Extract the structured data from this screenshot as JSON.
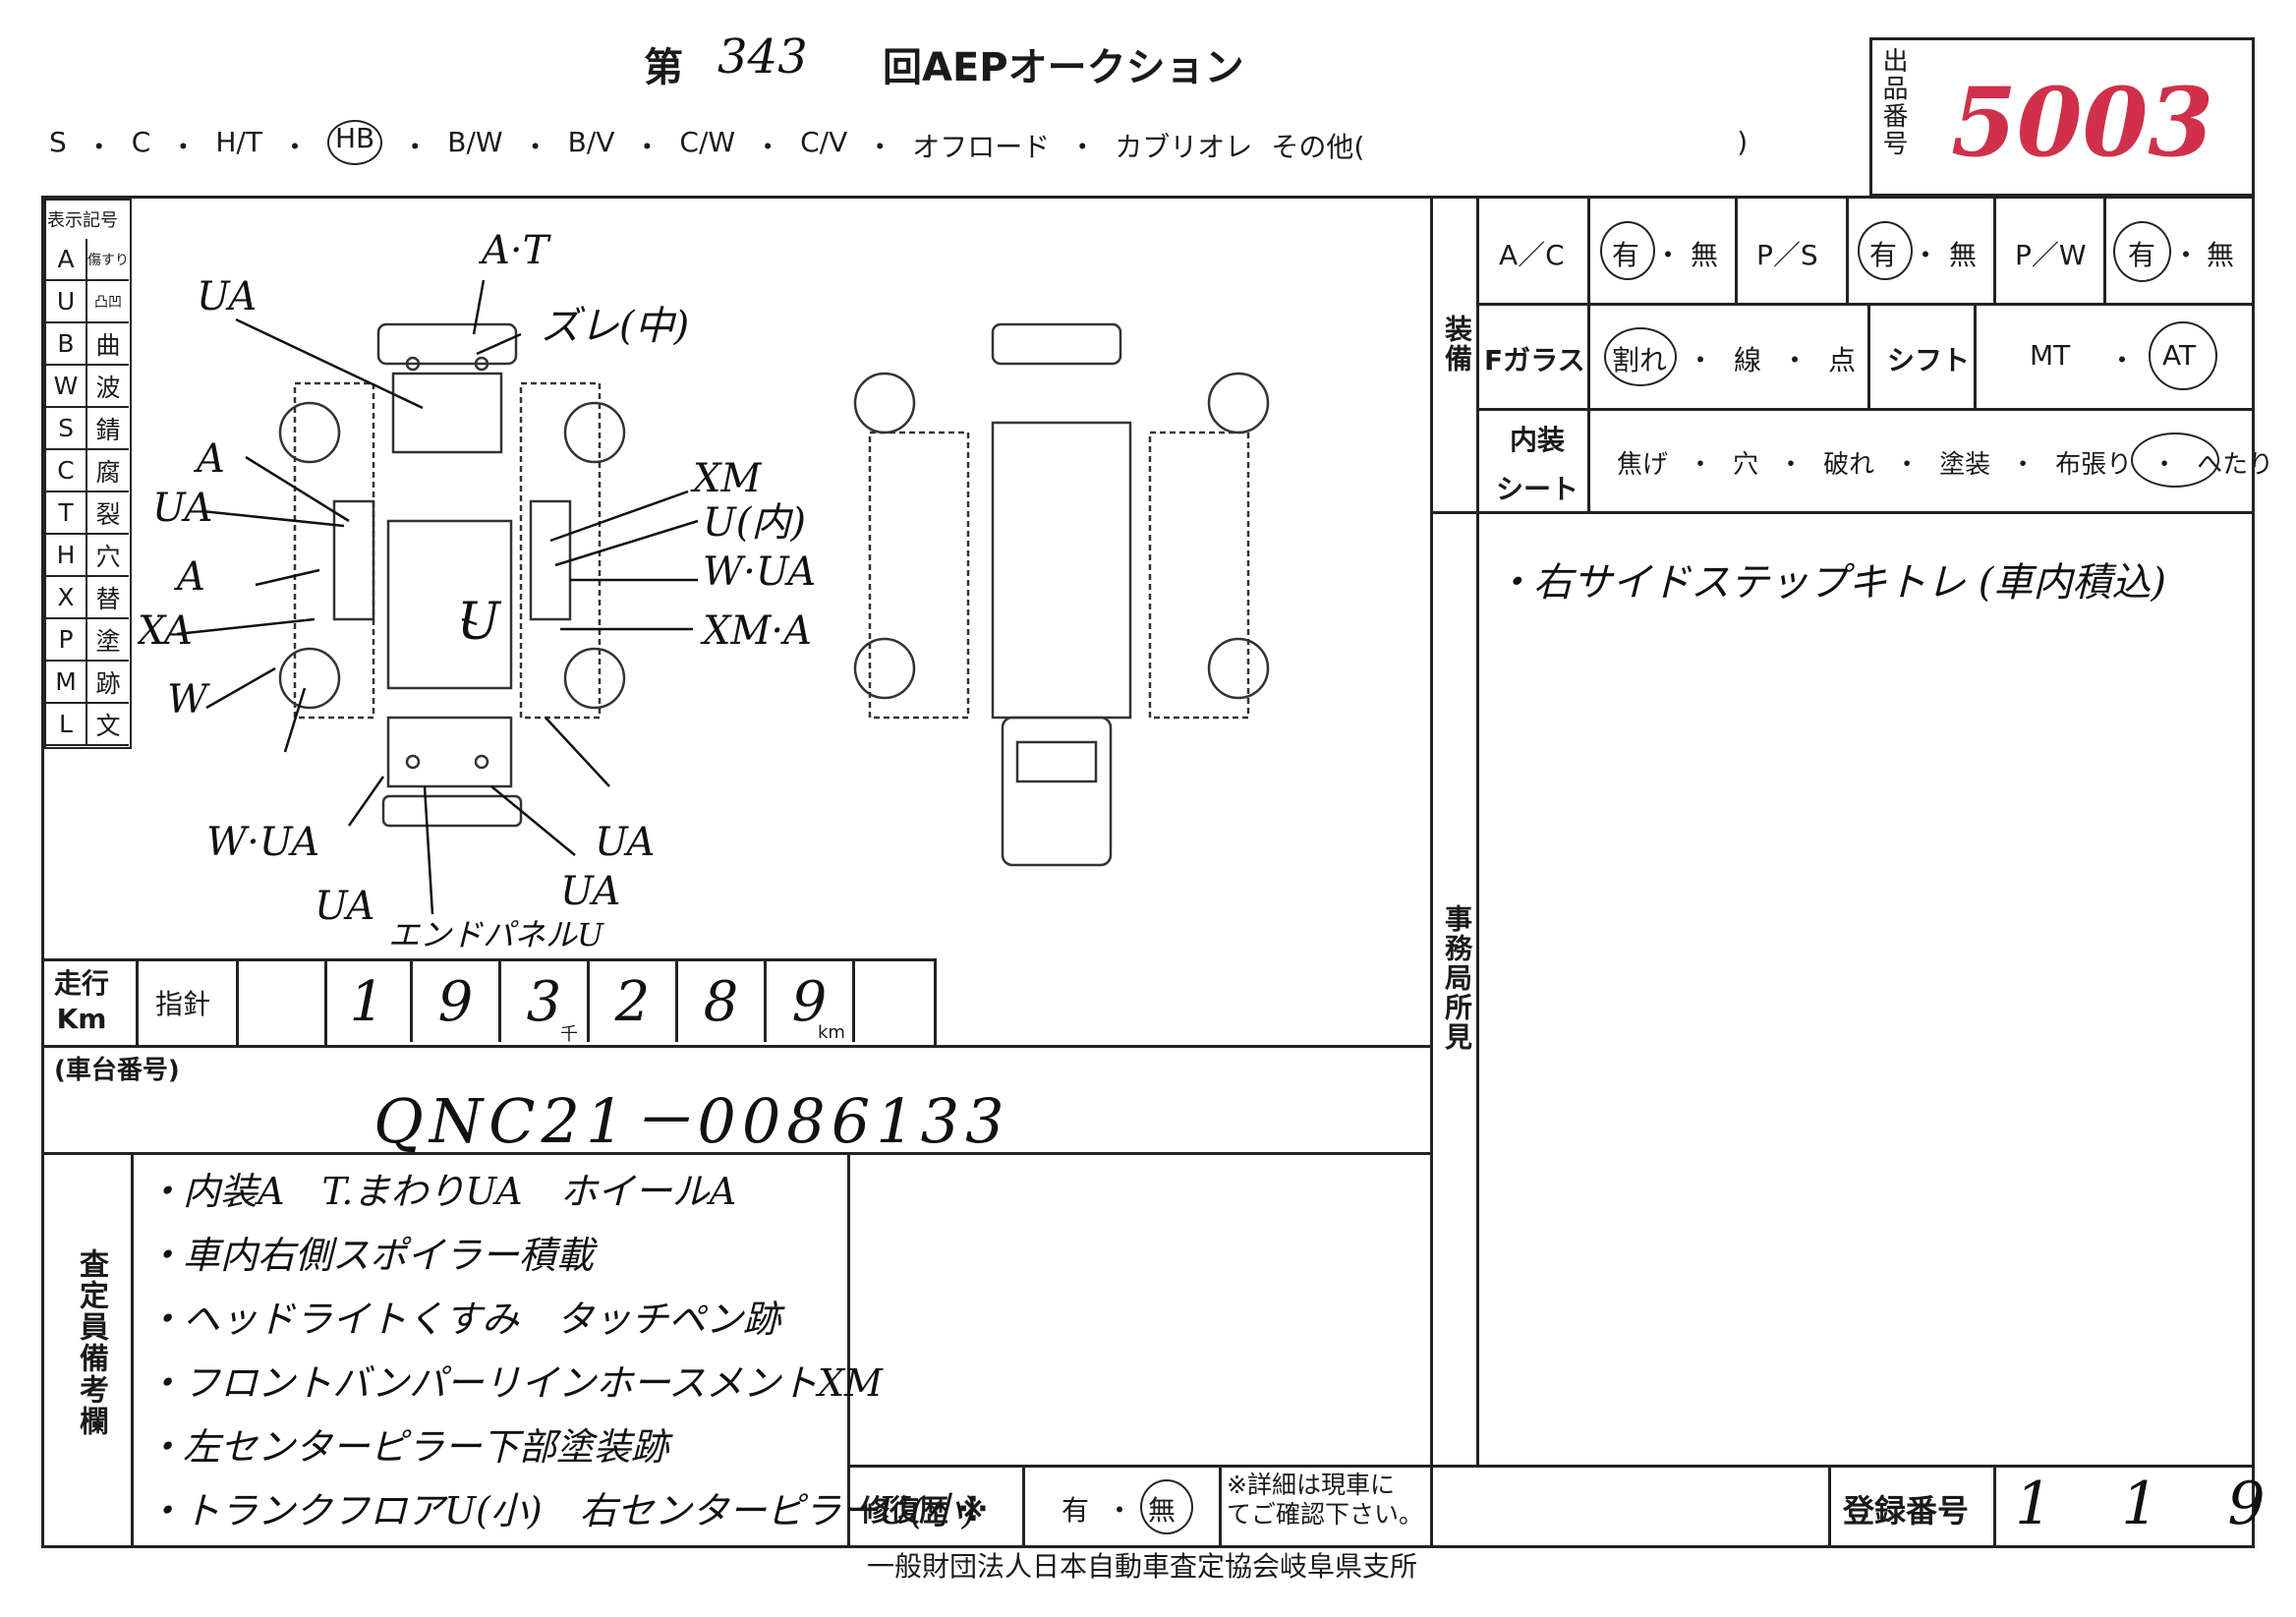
{
  "header": {
    "title_prefix": "第",
    "auction_number": "343",
    "title_suffix": "回AEPオークション",
    "body_types": [
      "S",
      "・",
      "C",
      "・",
      "H/T",
      "・",
      "HB",
      "・",
      "B/W",
      "・",
      "B/V",
      "・",
      "C/W",
      "・",
      "C/V",
      "・",
      "オフロード",
      "・",
      "カブリオレ",
      "その他(",
      ")"
    ],
    "selected_body_type": "HB",
    "lot_label": "出品番号",
    "lot_number": "5003"
  },
  "legend": {
    "title": "表示記号",
    "items": [
      {
        "code": "A",
        "meaning": "傷すり"
      },
      {
        "code": "U",
        "meaning": "凸凹"
      },
      {
        "code": "B",
        "meaning": "曲"
      },
      {
        "code": "W",
        "meaning": "波"
      },
      {
        "code": "S",
        "meaning": "錆"
      },
      {
        "code": "C",
        "meaning": "腐"
      },
      {
        "code": "T",
        "meaning": "裂"
      },
      {
        "code": "H",
        "meaning": "穴"
      },
      {
        "code": "X",
        "meaning": "替"
      },
      {
        "code": "P",
        "meaning": "塗"
      },
      {
        "code": "M",
        "meaning": "跡"
      },
      {
        "code": "L",
        "meaning": "文"
      }
    ]
  },
  "diagram_marks": {
    "top_at": "A·T",
    "top_right": "ズレ(中)",
    "top_left": "UA",
    "left1": "A",
    "left2": "UA",
    "left3": "A",
    "left4": "XA",
    "left5": "W",
    "center": "U",
    "right1": "XM",
    "right2": "U(内)",
    "right3": "W·UA",
    "right4": "XM·A",
    "bottom_left1": "W·UA",
    "bottom_left2": "UA",
    "bottom_center": "エンドパネルU",
    "bottom_right1": "UA",
    "bottom_right2": "UA"
  },
  "mileage": {
    "label_top": "走行",
    "label_bottom": "Km",
    "pointer_label": "指針",
    "digits": [
      "1",
      "9",
      "3",
      "2",
      "8",
      "9"
    ],
    "thousand_unit": "千",
    "km_unit": "km"
  },
  "chassis": {
    "label": "(車台番号)",
    "value": "QNC21－0086133"
  },
  "inspector_notes": {
    "label": "査定員備考欄",
    "lines": [
      "・内装A　T.まわりUA　ホイールA",
      "・車内右側スポイラー積載",
      "・ヘッドライトくすみ　タッチペン跡",
      "・フロントバンパーリインホースメントXM",
      "・左センターピラー下部塗装跡",
      "・トランクフロアU(小)　右センターピラーU(小)"
    ]
  },
  "repair_history": {
    "label": "修復歴 ※",
    "yes": "有",
    "dot": "・",
    "no": "無",
    "selected": "無",
    "note_line1": "※詳細は現車に",
    "note_line2": "てご確認下さい。"
  },
  "equipment": {
    "section_label": "装備",
    "ac_label": "A／C",
    "ps_label": "P／S",
    "pw_label": "P／W",
    "yes": "有",
    "no": "無",
    "dot": "・",
    "fglass_label": "Fガラス",
    "fglass_options": [
      "割れ",
      "・",
      "線",
      "・",
      "点"
    ],
    "fglass_selected": "割れ",
    "shift_label": "シフト",
    "shift_mt": "MT",
    "shift_at": "AT",
    "shift_selected": "AT",
    "seat_label_top": "内装",
    "seat_label_bottom": "シート",
    "seat_options": [
      "焦げ",
      "・",
      "穴",
      "・",
      "破れ",
      "・",
      "塗装",
      "・",
      "布張り",
      "・",
      "へたり"
    ],
    "seat_selected": "へたり"
  },
  "office_remarks": {
    "label": "事務局所見",
    "note": "・右サイドステップキトレ (車内積込)"
  },
  "registration": {
    "label": "登録番号",
    "digits": [
      "1",
      "1",
      "9"
    ]
  },
  "footer": {
    "org": "一般財団法人日本自動車査定協会岐阜県支所"
  }
}
